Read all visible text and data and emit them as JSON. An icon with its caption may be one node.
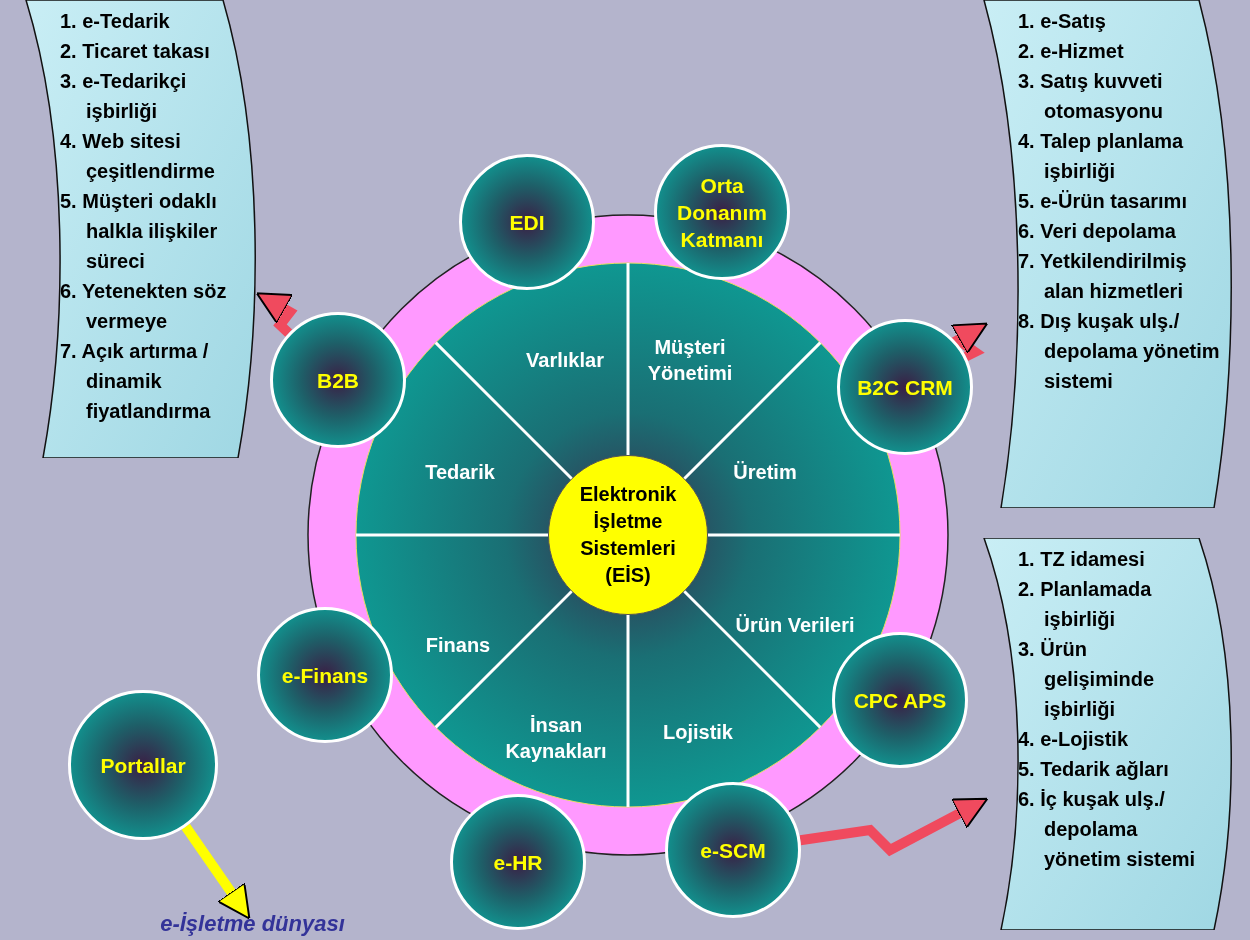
{
  "diagram": {
    "nodes": [
      {
        "text": [
          "1. e-Tedarik",
          "2. Ticaret takası",
          "3. e-Tedarikçi işbirliği",
          "4. Web sitesi çeşitlendirme",
          "5. Müşteri odaklı halkla ilişkiler süreci",
          "6. Yetenekten söz vermeye",
          "7. Açık artırma / dinamik fiyatlandırma"
        ]
      },
      {
        "text": [
          "EDI"
        ]
      },
      {
        "text": [
          "Orta Donanım Katmanı"
        ]
      },
      {
        "text": [
          "1. e-Satış",
          "2. e-Hizmet",
          "3. Satış kuvveti otomasyonu",
          "4. Talep planlama işbirliği",
          "5. e-Ürün tasarımı",
          "6. Veri depolama",
          "7. Yetkilendirilmiş alan hizmetleri",
          "8. Dış kuşak ulş./ depolama yönetim sistemi"
        ]
      },
      {
        "text": [],
        "shape": "circle"
      },
      {
        "text": [
          "Elektronik İşletme Sistemleri (EİS)"
        ],
        "in": 4
      },
      {
        "text": [
          "B2B"
        ]
      },
      {
        "text": [
          "B2C CRM"
        ]
      },
      {
        "text": [
          "e-Finans"
        ]
      },
      {
        "text": [
          "CPC APS"
        ]
      },
      {
        "text": [
          "1. TZ idamesi",
          "2. Planlamada işbirliği",
          "3. Ürün gelişiminde işbirliği",
          "4. e-Lojistik",
          "5. Tedarik ağları",
          "6. İç kuşak ulş./ depolama yönetim sistemi"
        ]
      },
      {
        "text": [
          "Portallar"
        ]
      },
      {
        "text": [
          "e-HR"
        ]
      },
      {
        "text": [
          "e-SCM"
        ]
      },
      {
        "text": [
          "e-İşletme dünyası"
        ]
      }
    ],
    "edges": [
      {
        "from": 6,
        "to": 0,
        "arrow": "to"
      },
      {
        "from": 7,
        "to": 3,
        "arrow": "to"
      },
      {
        "from": 13,
        "to": 10,
        "arrow": "to"
      },
      {
        "from": 11,
        "to": 14,
        "arrow": "to",
        "color": "#ffff00"
      }
    ],
    "labels": [
      "Varlıklar",
      "Müşteri Yönetimi",
      "Tedarik",
      "Üretim",
      "Finans",
      "Ürün Verileri",
      "İnsan Kaynakları",
      "Lojistik"
    ]
  }
}
